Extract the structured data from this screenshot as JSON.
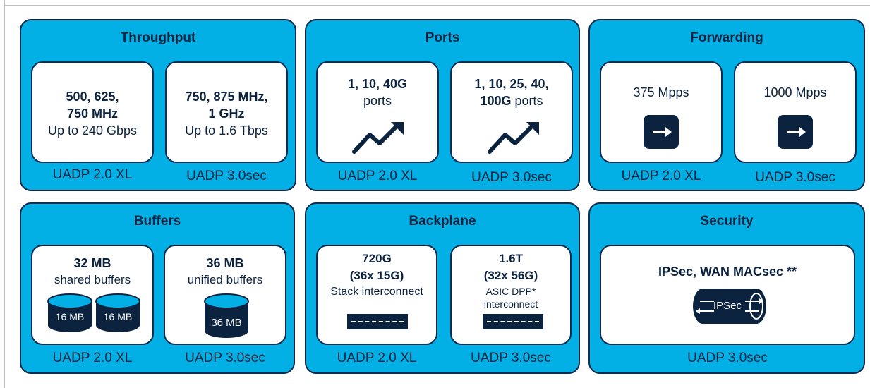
{
  "panels": {
    "throughput": {
      "title": "Throughput",
      "left": {
        "line1": "500, 625,",
        "line2": "750 MHz",
        "line3": "Up to 240 Gbps",
        "caption": "UADP 2.0 XL"
      },
      "right": {
        "line1": "750, 875 MHz,",
        "line2": "1 GHz",
        "line3": "Up to 1.6 Tbps",
        "caption": "UADP 3.0sec"
      }
    },
    "ports": {
      "title": "Ports",
      "left": {
        "line1": "1, 10, 40G",
        "line2": "ports",
        "icon": "trend-up-icon",
        "caption": "UADP 2.0 XL"
      },
      "right": {
        "line1": "1, 10, 25, 40,",
        "line2_bold": "100G",
        "line2_rest": " ports",
        "icon": "trend-up-icon",
        "caption": "UADP 3.0sec"
      }
    },
    "forwarding": {
      "title": "Forwarding",
      "left": {
        "value": "375 Mpps",
        "icon": "arrow-right-icon",
        "caption": "UADP 2.0 XL"
      },
      "right": {
        "value": "1000 Mpps",
        "icon": "arrow-right-icon",
        "caption": "UADP 3.0sec"
      }
    },
    "buffers": {
      "title": "Buffers",
      "left": {
        "size": "32 MB",
        "desc": "shared buffers",
        "cyl1": "16 MB",
        "cyl2": "16 MB",
        "caption": "UADP 2.0 XL"
      },
      "right": {
        "size": "36 MB",
        "desc": "unified buffers",
        "cyl1": "36 MB",
        "caption": "UADP 3.0sec"
      }
    },
    "backplane": {
      "title": "Backplane",
      "left": {
        "line1": "720G",
        "line2": "(36x 15G)",
        "line3": "Stack interconnect",
        "caption": "UADP 2.0 XL"
      },
      "right": {
        "line1": "1.6T",
        "line2": "(32x 56G)",
        "line3": "ASIC DPP*",
        "line4": "interconnect",
        "caption": "UADP 3.0sec"
      }
    },
    "security": {
      "title": "Security",
      "card": {
        "heading": "IPSec, WAN MACsec **",
        "tunnel_label": "IPSec"
      },
      "caption": "UADP 3.0sec"
    }
  },
  "colors": {
    "panel": "#03b0e5",
    "navy": "#0c2340",
    "card": "#ffffff"
  }
}
